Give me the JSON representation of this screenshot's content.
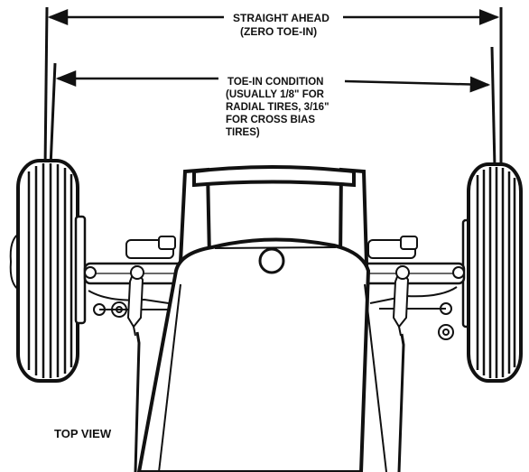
{
  "diagram": {
    "straight_label": [
      "STRAIGHT AHEAD",
      "(ZERO TOE-IN)"
    ],
    "toein_label": [
      "TOE-IN CONDITION",
      "(USUALLY 1/8\" FOR",
      "RADIAL TIRES, 3/16\"",
      "FOR CROSS BIAS",
      "TIRES)"
    ],
    "view_label": "TOP VIEW"
  },
  "colors": {
    "ink": "#111111",
    "paper": "#ffffff"
  }
}
